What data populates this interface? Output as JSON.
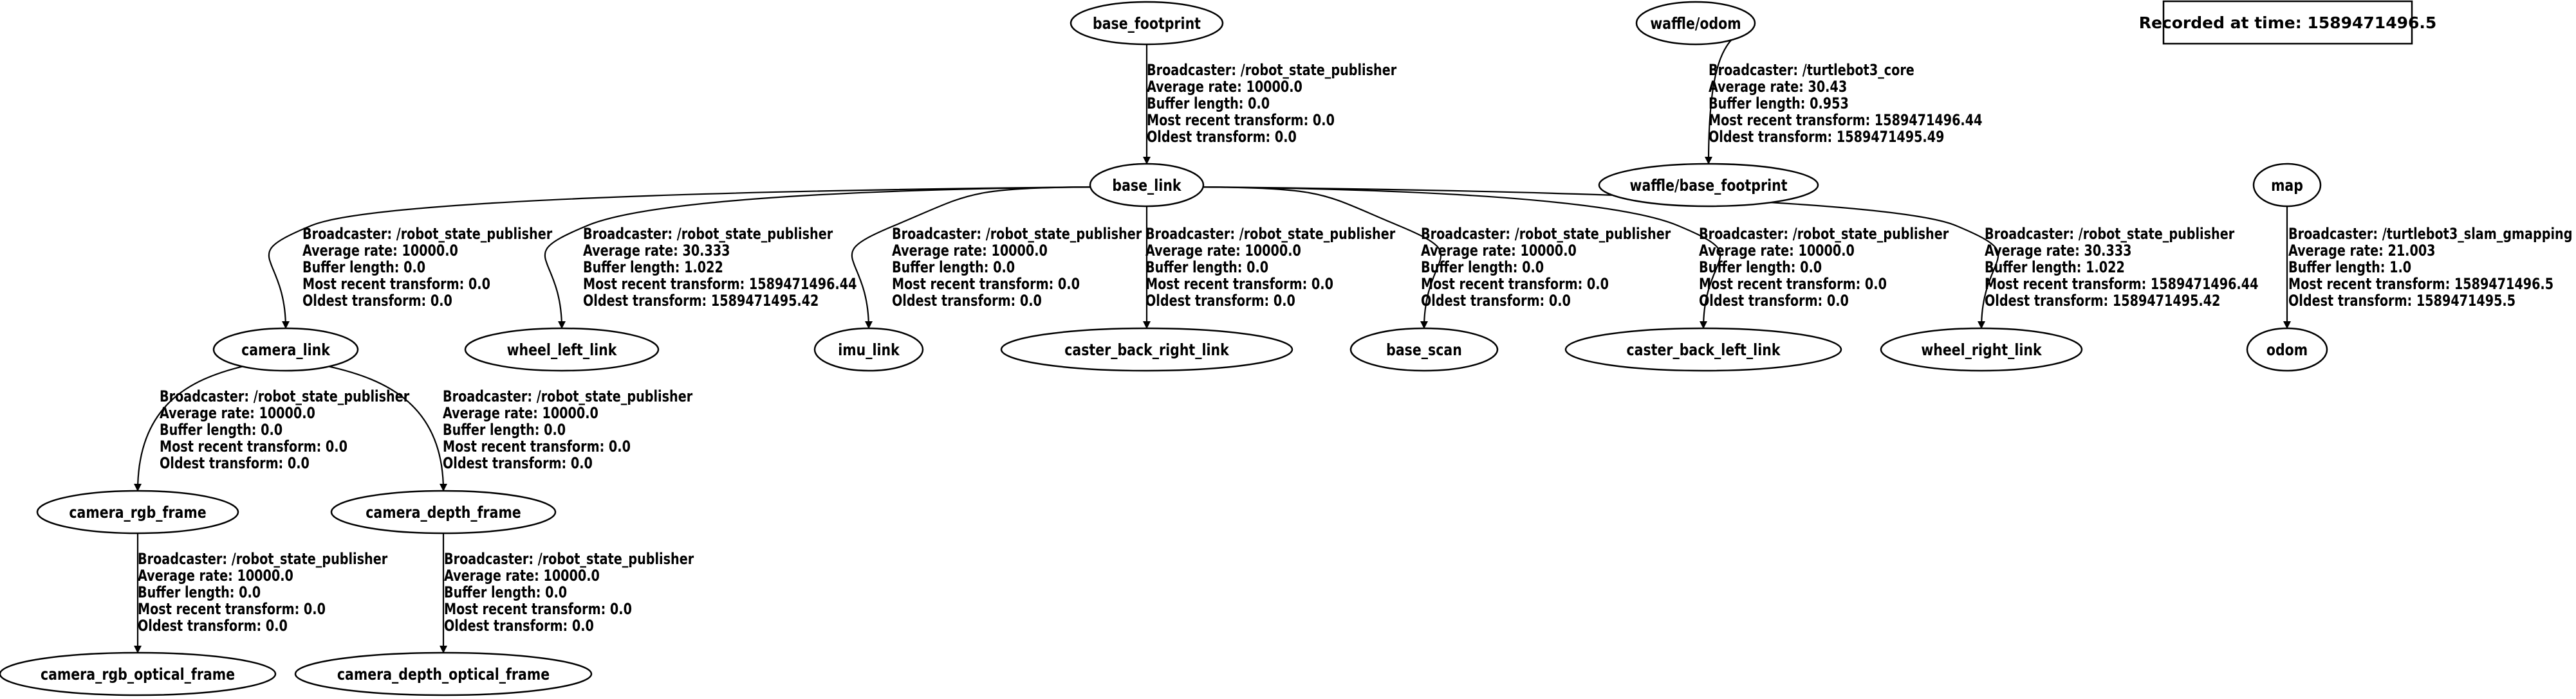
{
  "recorded_at": "Recorded at time: 1589471496.5",
  "nodes": {
    "base_footprint": "base_footprint",
    "waffle_odom": "waffle/odom",
    "base_link": "base_link",
    "waffle_base_footprint": "waffle/base_footprint",
    "map": "map",
    "camera_link": "camera_link",
    "wheel_left_link": "wheel_left_link",
    "imu_link": "imu_link",
    "caster_back_right_link": "caster_back_right_link",
    "base_scan": "base_scan",
    "caster_back_left_link": "caster_back_left_link",
    "wheel_right_link": "wheel_right_link",
    "odom": "odom",
    "camera_rgb_frame": "camera_rgb_frame",
    "camera_depth_frame": "camera_depth_frame",
    "camera_rgb_optical_frame": "camera_rgb_optical_frame",
    "camera_depth_optical_frame": "camera_depth_optical_frame"
  },
  "edges": [
    {
      "from": "base_footprint",
      "to": "base_link",
      "lines": [
        "Broadcaster: /robot_state_publisher",
        "Average rate: 10000.0",
        "Buffer length: 0.0",
        "Most recent transform: 0.0",
        "Oldest transform: 0.0"
      ]
    },
    {
      "from": "waffle_odom",
      "to": "waffle_base_footprint",
      "lines": [
        "Broadcaster: /turtlebot3_core",
        "Average rate: 30.43",
        "Buffer length: 0.953",
        "Most recent transform: 1589471496.44",
        "Oldest transform: 1589471495.49"
      ]
    },
    {
      "from": "base_link",
      "to": "camera_link",
      "lines": [
        "Broadcaster: /robot_state_publisher",
        "Average rate: 10000.0",
        "Buffer length: 0.0",
        "Most recent transform: 0.0",
        "Oldest transform: 0.0"
      ]
    },
    {
      "from": "base_link",
      "to": "wheel_left_link",
      "lines": [
        "Broadcaster: /robot_state_publisher",
        "Average rate: 30.333",
        "Buffer length: 1.022",
        "Most recent transform: 1589471496.44",
        "Oldest transform: 1589471495.42"
      ]
    },
    {
      "from": "base_link",
      "to": "imu_link",
      "lines": [
        "Broadcaster: /robot_state_publisher",
        "Average rate: 10000.0",
        "Buffer length: 0.0",
        "Most recent transform: 0.0",
        "Oldest transform: 0.0"
      ]
    },
    {
      "from": "base_link",
      "to": "caster_back_right_link",
      "lines": [
        "Broadcaster: /robot_state_publisher",
        "Average rate: 10000.0",
        "Buffer length: 0.0",
        "Most recent transform: 0.0",
        "Oldest transform: 0.0"
      ]
    },
    {
      "from": "base_link",
      "to": "base_scan",
      "lines": [
        "Broadcaster: /robot_state_publisher",
        "Average rate: 10000.0",
        "Buffer length: 0.0",
        "Most recent transform: 0.0",
        "Oldest transform: 0.0"
      ]
    },
    {
      "from": "base_link",
      "to": "caster_back_left_link",
      "lines": [
        "Broadcaster: /robot_state_publisher",
        "Average rate: 10000.0",
        "Buffer length: 0.0",
        "Most recent transform: 0.0",
        "Oldest transform: 0.0"
      ]
    },
    {
      "from": "base_link",
      "to": "wheel_right_link",
      "lines": [
        "Broadcaster: /robot_state_publisher",
        "Average rate: 30.333",
        "Buffer length: 1.022",
        "Most recent transform: 1589471496.44",
        "Oldest transform: 1589471495.42"
      ]
    },
    {
      "from": "map",
      "to": "odom",
      "lines": [
        "Broadcaster: /turtlebot3_slam_gmapping",
        "Average rate: 21.003",
        "Buffer length: 1.0",
        "Most recent transform: 1589471496.5",
        "Oldest transform: 1589471495.5"
      ]
    },
    {
      "from": "camera_link",
      "to": "camera_rgb_frame",
      "lines": [
        "Broadcaster: /robot_state_publisher",
        "Average rate: 10000.0",
        "Buffer length: 0.0",
        "Most recent transform: 0.0",
        "Oldest transform: 0.0"
      ]
    },
    {
      "from": "camera_link",
      "to": "camera_depth_frame",
      "lines": [
        "Broadcaster: /robot_state_publisher",
        "Average rate: 10000.0",
        "Buffer length: 0.0",
        "Most recent transform: 0.0",
        "Oldest transform: 0.0"
      ]
    },
    {
      "from": "camera_rgb_frame",
      "to": "camera_rgb_optical_frame",
      "lines": [
        "Broadcaster: /robot_state_publisher",
        "Average rate: 10000.0",
        "Buffer length: 0.0",
        "Most recent transform: 0.0",
        "Oldest transform: 0.0"
      ]
    },
    {
      "from": "camera_depth_frame",
      "to": "camera_depth_optical_frame",
      "lines": [
        "Broadcaster: /robot_state_publisher",
        "Average rate: 10000.0",
        "Buffer length: 0.0",
        "Most recent transform: 0.0",
        "Oldest transform: 0.0"
      ]
    }
  ]
}
